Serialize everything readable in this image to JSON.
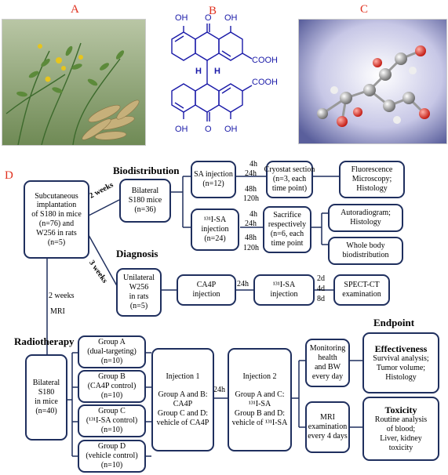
{
  "panels": {
    "a": "A",
    "b": "B",
    "c": "C",
    "d": "D"
  },
  "molecule": {
    "oh_top_left": "OH",
    "o_top": "O",
    "oh_top_right": "OH",
    "h_left": "H",
    "h_right": "H",
    "cooh_upper": "COOH",
    "cooh_lower": "COOH",
    "oh_bottom_left": "OH",
    "o_bottom": "O",
    "oh_bottom_right": "OH"
  },
  "headers": {
    "biodistribution": "Biodistribution",
    "diagnosis": "Diagnosis",
    "radiotherapy": "Radiotherapy",
    "endpoint": "Endpoint"
  },
  "boxes": {
    "implant": [
      "Subcutaneous",
      "implantation",
      "of S180 in mice",
      "(n=76) and",
      "W256 in rats",
      "(n=5)"
    ],
    "bilateral36": [
      "Bilateral",
      "S180  mice",
      "(n=36)"
    ],
    "sa_injection": [
      "SA injection",
      "(n=12)"
    ],
    "i131_injection": [
      "¹³¹I-SA",
      "injection",
      "(n=24)"
    ],
    "cryostat": [
      "Cryostat section",
      "(n=3, each",
      "time point)"
    ],
    "fluorescence": [
      "Fluorescence",
      "Microscopy;",
      "Histology"
    ],
    "sacrifice": [
      "Sacrifice",
      "respectively",
      "(n=6, each",
      "time point"
    ],
    "autoradiogram": [
      "Autoradiogram;",
      "Histology"
    ],
    "whole_body": [
      "Whole body",
      "biodistribution"
    ],
    "unilateral": [
      "Unilateral",
      "W256",
      "in rats",
      "(n=5)"
    ],
    "ca4p": [
      "CA4P",
      "injection"
    ],
    "i131_injection2": [
      "¹³¹I-SA",
      "injection"
    ],
    "spect": [
      "SPECT-CT",
      "examination"
    ],
    "bilateral40": [
      "Bilateral",
      "S180",
      "in mice",
      "(n=40)"
    ],
    "group_a": [
      "Group A",
      "(dual-targeting)",
      "(n=10)"
    ],
    "group_b": [
      "Group B",
      "(CA4P control)",
      "(n=10)"
    ],
    "group_c": [
      "Group C",
      "(¹³¹I-SA control)",
      "(n=10)"
    ],
    "group_d": [
      "Group D",
      "(vehicle control)",
      "(n=10)"
    ],
    "injection1": [
      "Injection 1",
      "",
      "Group A and B:",
      "CA4P",
      "Group C and D:",
      "vehicle of CA4P"
    ],
    "injection2": [
      "Injection 2",
      "",
      "Group A and C:",
      "¹³¹I-SA",
      "Group B and D:",
      "vehicle of ¹³¹I-SA"
    ],
    "monitoring": [
      "Monitoring",
      "health",
      "and BW",
      "every day"
    ],
    "mri_exam": [
      "MRI",
      "examination",
      "every 4 days"
    ],
    "effectiveness": [
      "Effectiveness",
      "Survival analysis;",
      "Tumor volume;",
      "Histology"
    ],
    "toxicity": [
      "Toxicity",
      "Routine analysis",
      "of blood;",
      "Liver, kidney",
      "toxicity"
    ]
  },
  "labels": {
    "two_weeks_a": "2 weeks",
    "three_weeks": "3 weeks",
    "two_weeks_b": "2 weeks",
    "mri": "MRI",
    "sa_times": [
      "4h",
      "24h",
      "48h",
      "120h"
    ],
    "i131_times": [
      "4h",
      "24h",
      "48h",
      "120h"
    ],
    "t24h_diag": "24h",
    "diag_days": [
      "2d",
      "4d",
      "8d"
    ],
    "t24h_rt": "24h"
  },
  "colors": {
    "box_border": "#1f2f5e",
    "panel_letter": "#e0301e",
    "molecule": "#1a1aa8"
  }
}
